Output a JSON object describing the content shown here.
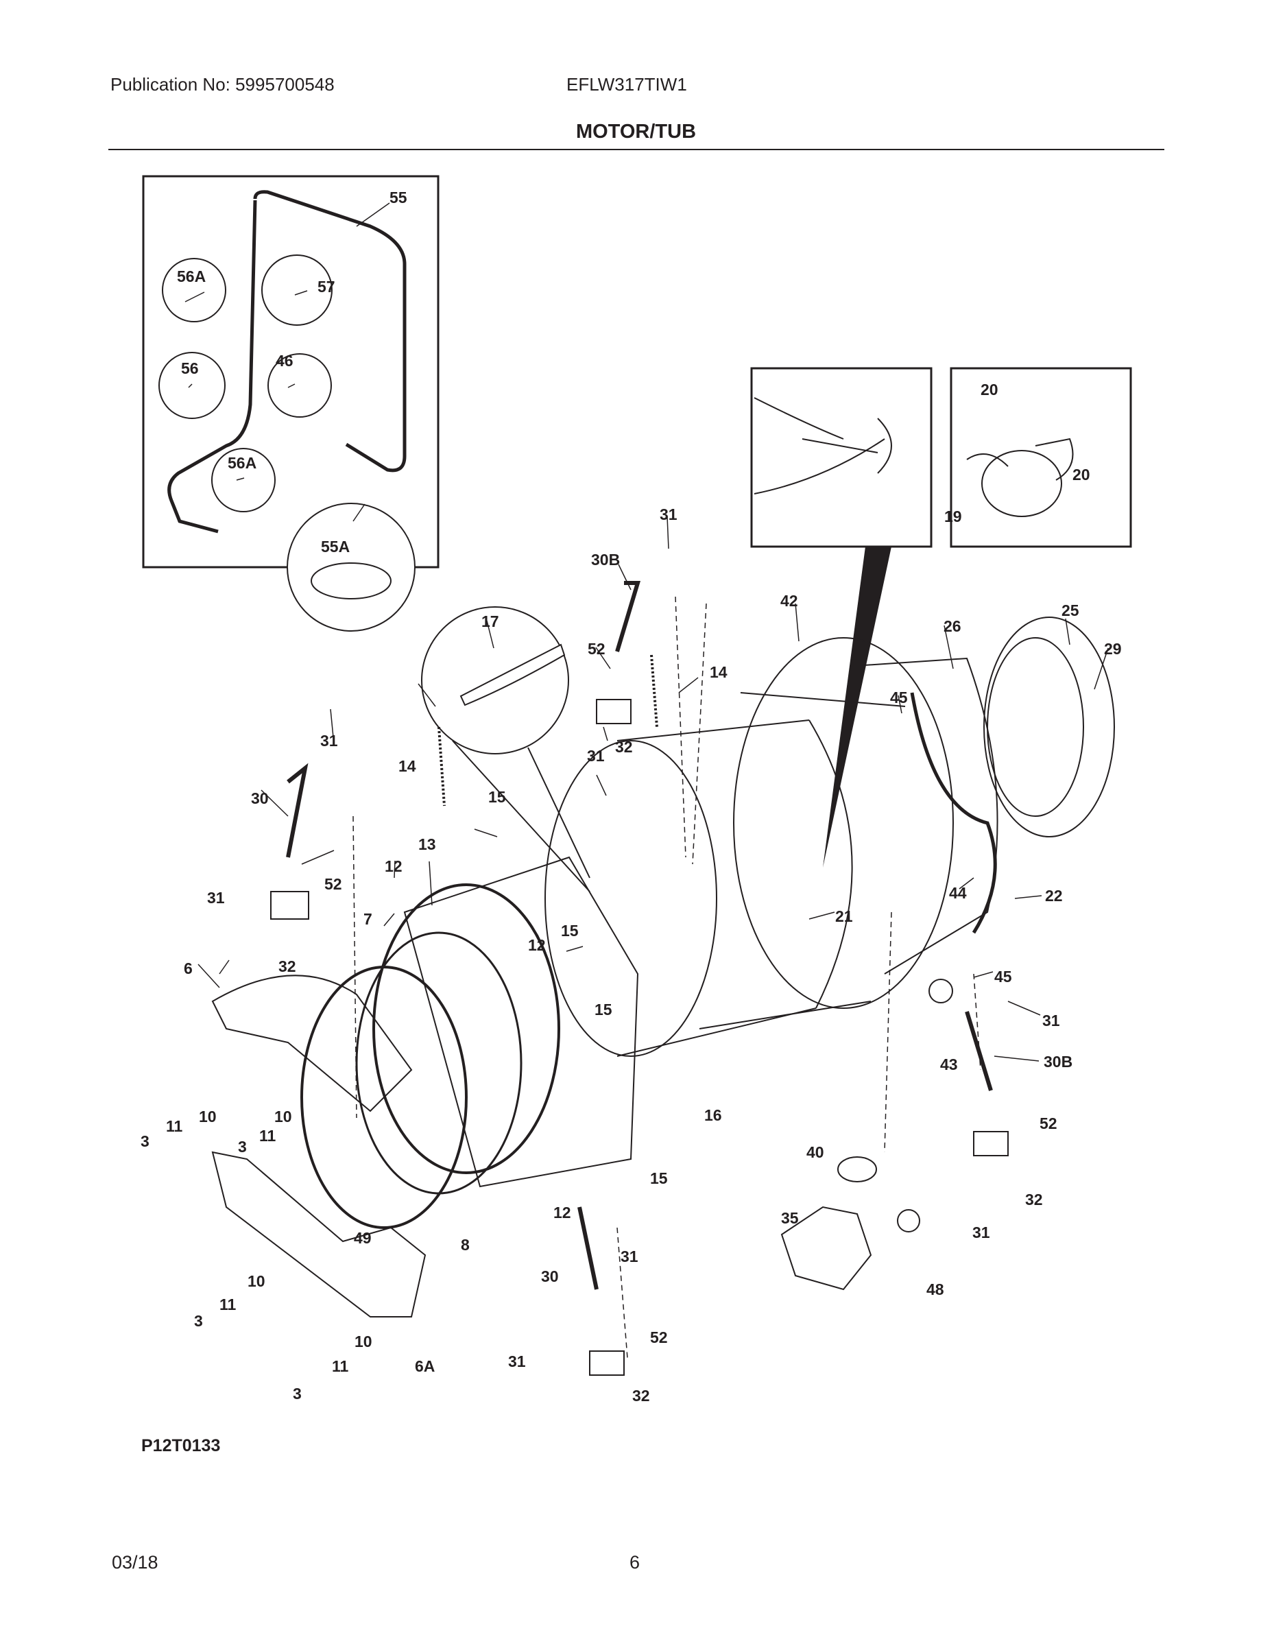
{
  "header": {
    "publication": "Publication No: 5995700548",
    "model": "EFLW317TIW1",
    "title": "MOTOR/TUB"
  },
  "callouts": [
    "55",
    "56A",
    "57",
    "56",
    "46",
    "56A",
    "55A",
    "17",
    "31",
    "30B",
    "42",
    "26",
    "25",
    "29",
    "52",
    "14",
    "45",
    "31",
    "32",
    "14",
    "31",
    "30",
    "52",
    "15",
    "12",
    "13",
    "31",
    "32",
    "7",
    "12",
    "15",
    "21",
    "44",
    "22",
    "45",
    "6",
    "15",
    "31",
    "43",
    "30B",
    "3",
    "11",
    "10",
    "16",
    "10",
    "52",
    "3",
    "11",
    "40",
    "32",
    "15",
    "12",
    "31",
    "49",
    "8",
    "35",
    "31",
    "48",
    "30",
    "10",
    "11",
    "3",
    "52",
    "10",
    "11",
    "6A",
    "31",
    "32",
    "3",
    "20",
    "20",
    "19"
  ],
  "footer": {
    "drawing_code": "P12T0133",
    "date": "03/18",
    "page_number": "6"
  }
}
